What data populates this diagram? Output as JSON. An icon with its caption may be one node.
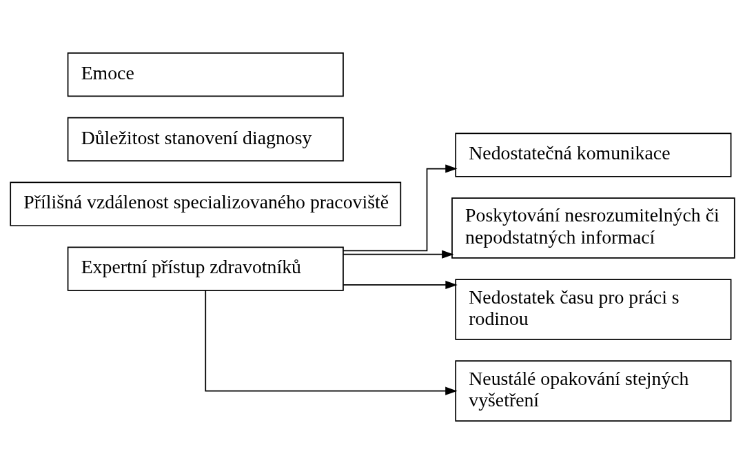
{
  "diagram": {
    "nodes": [
      {
        "text": [
          "Expertní přístup zdravotníků"
        ]
      },
      {
        "text": [
          "Nedostatečná komunikace"
        ]
      },
      {
        "text": [
          "Poskytování nesrozumitelných či nepodstatných informací"
        ]
      },
      {
        "text": [
          "Nedostatek času pro práci s rodinou"
        ]
      },
      {
        "text": [
          "Neustálé opakování stejných vyšetření"
        ]
      },
      {
        "text": [
          "Přílišná vzdálenost specializovaného pracoviště"
        ]
      },
      {
        "text": [
          "Důležitost stanovení diagnosy"
        ]
      },
      {
        "text": [
          "Emoce"
        ]
      }
    ],
    "edges": [
      {
        "from": 0,
        "to": 1,
        "arrow": "to"
      },
      {
        "from": 0,
        "to": 2,
        "arrow": "to"
      },
      {
        "from": 0,
        "to": 3,
        "arrow": "to"
      },
      {
        "from": 0,
        "to": 4,
        "arrow": "to"
      }
    ]
  }
}
